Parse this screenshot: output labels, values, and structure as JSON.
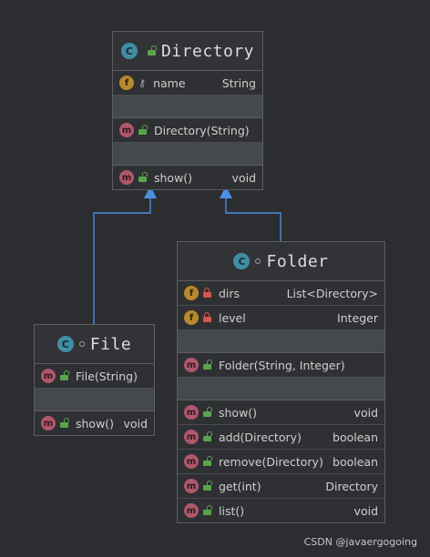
{
  "classes": {
    "directory": {
      "kind": "C",
      "name": "Directory",
      "fields": [
        {
          "name": "name",
          "type": "String"
        }
      ],
      "constructors": [
        {
          "name": "Directory(String)"
        }
      ],
      "methods": [
        {
          "name": "show()",
          "type": "void"
        }
      ]
    },
    "folder": {
      "kind": "C",
      "name": "Folder",
      "fields": [
        {
          "name": "dirs",
          "type": "List<Directory>"
        },
        {
          "name": "level",
          "type": "Integer"
        }
      ],
      "constructors": [
        {
          "name": "Folder(String, Integer)"
        }
      ],
      "methods": [
        {
          "name": "show()",
          "type": "void"
        },
        {
          "name": "add(Directory)",
          "type": "boolean"
        },
        {
          "name": "remove(Directory)",
          "type": "boolean"
        },
        {
          "name": "get(int)",
          "type": "Directory"
        },
        {
          "name": "list()",
          "type": "void"
        }
      ]
    },
    "file": {
      "kind": "C",
      "name": "File",
      "fields": [],
      "constructors": [
        {
          "name": "File(String)"
        }
      ],
      "methods": [
        {
          "name": "show()",
          "type": "void"
        }
      ]
    }
  },
  "icons": {
    "method": "m",
    "field": "f"
  },
  "colors": {
    "edge": "#4a90e2",
    "class_icon": "#3f8ea5",
    "method_icon": "#b0576c",
    "field_icon": "#b8892c"
  },
  "watermark": "CSDN @javaergogoing"
}
